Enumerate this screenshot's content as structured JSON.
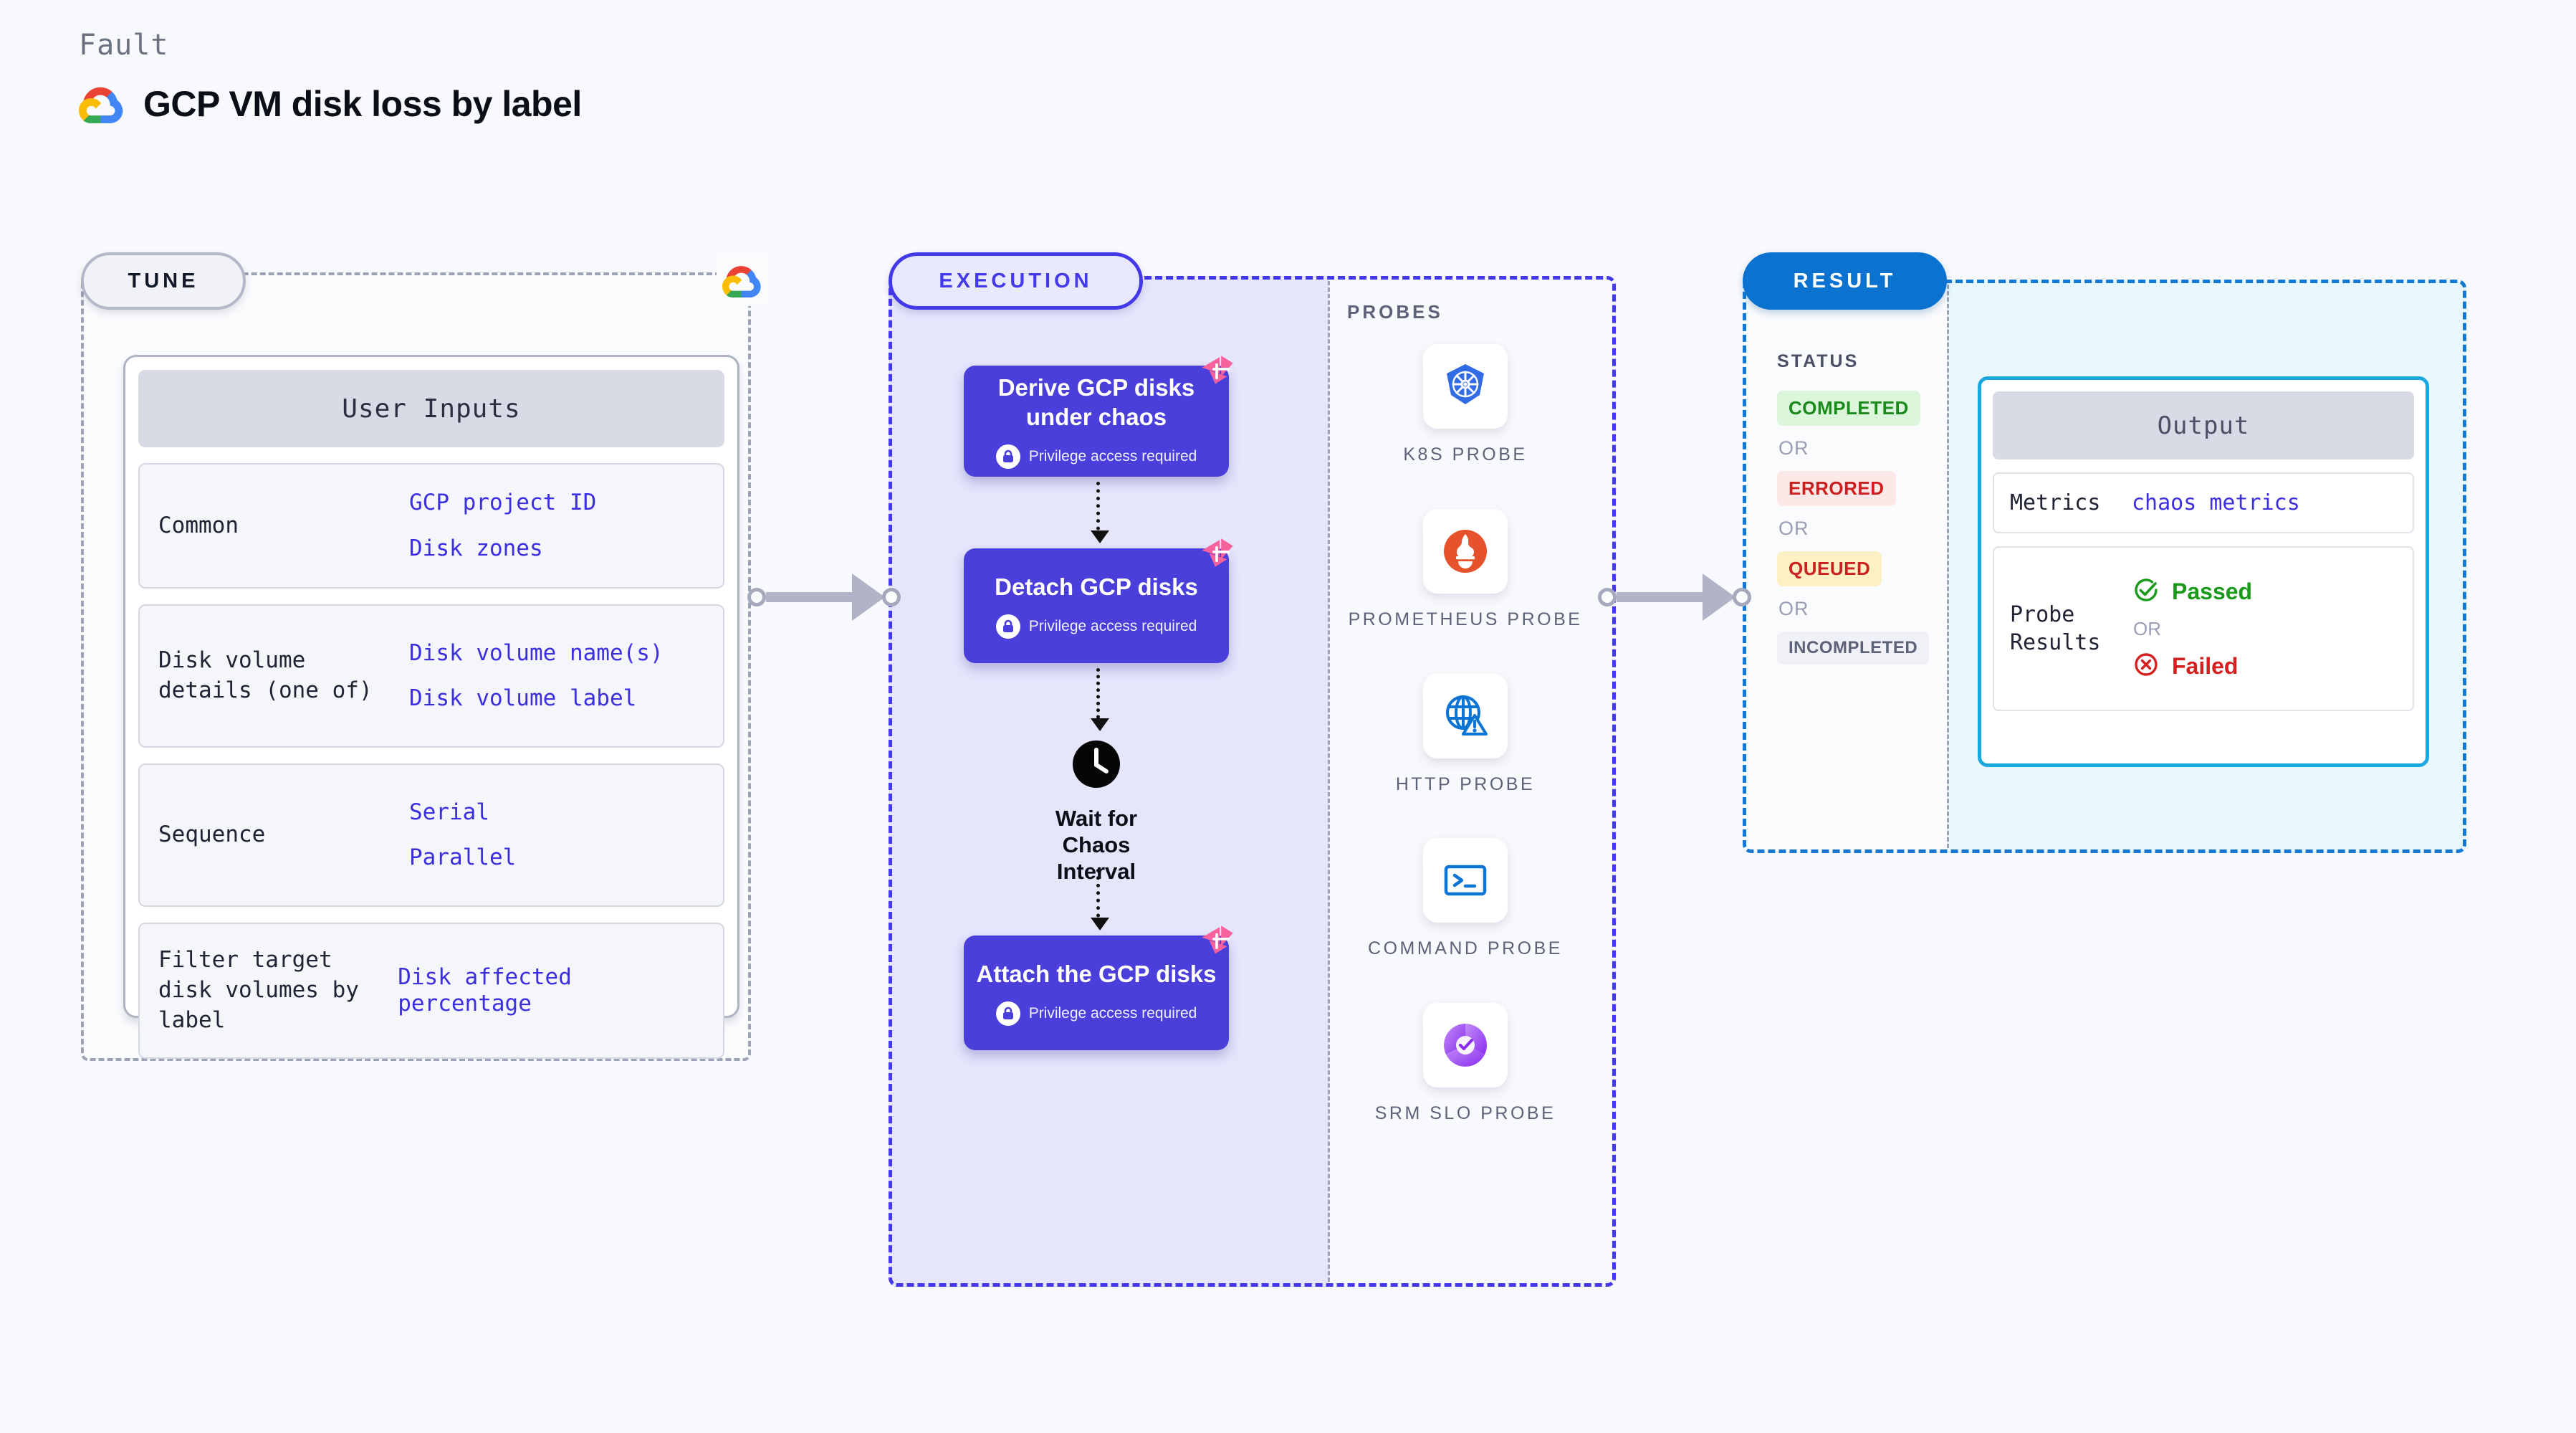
{
  "header": {
    "eyebrow": "Fault",
    "title": "GCP VM disk loss by label",
    "logo_icon": "gcp-cloud-icon"
  },
  "tune": {
    "pill_label": "TUNE",
    "badge_icon": "gcp-cloud-icon",
    "card_title": "User Inputs",
    "rows": [
      {
        "key": "Common",
        "values": [
          "GCP project ID",
          "Disk zones"
        ]
      },
      {
        "key": "Disk volume details (one of)",
        "values": [
          "Disk volume name(s)",
          "Disk volume label"
        ]
      },
      {
        "key": "Sequence",
        "values": [
          "Serial",
          "Parallel"
        ]
      },
      {
        "key": "Filter target disk volumes by label",
        "values": [
          "Disk affected percentage"
        ]
      }
    ]
  },
  "execution": {
    "pill_label": "EXECUTION",
    "privilege_note": "Privilege access required",
    "nodes": [
      {
        "title": "Derive GCP disks under chaos",
        "badge_icon": "litmus-chaos-icon",
        "lock_icon": "lock-icon"
      },
      {
        "title": "Detach GCP disks",
        "badge_icon": "litmus-chaos-icon",
        "lock_icon": "lock-icon"
      },
      {
        "title": "Attach the GCP disks",
        "badge_icon": "litmus-chaos-icon",
        "lock_icon": "lock-icon"
      }
    ],
    "wait": {
      "label": "Wait for Chaos Interval",
      "icon": "clock-icon"
    }
  },
  "probes": {
    "section_label": "PROBES",
    "items": [
      {
        "name": "K8S PROBE",
        "icon": "kubernetes-icon"
      },
      {
        "name": "PROMETHEUS PROBE",
        "icon": "prometheus-icon"
      },
      {
        "name": "HTTP PROBE",
        "icon": "globe-warning-icon"
      },
      {
        "name": "COMMAND PROBE",
        "icon": "terminal-icon"
      },
      {
        "name": "SRM SLO PROBE",
        "icon": "srm-slo-icon"
      }
    ]
  },
  "result": {
    "pill_label": "RESULT",
    "status_title": "STATUS",
    "or_label": "OR",
    "statuses": [
      {
        "label": "COMPLETED",
        "bg": "#dcf6dc",
        "fg": "#1a8a1a"
      },
      {
        "label": "ERRORED",
        "bg": "#fde8e8",
        "fg": "#cc1f1f"
      },
      {
        "label": "QUEUED",
        "bg": "#fdf0c4",
        "fg": "#cc1f1f"
      },
      {
        "label": "INCOMPLETED",
        "bg": "#f0f1f6",
        "fg": "#5c6378"
      }
    ],
    "output": {
      "title": "Output",
      "metrics_key": "Metrics",
      "metrics_value": "chaos metrics",
      "probe_results_key": "Probe Results",
      "passed_label": "Passed",
      "passed_icon": "check-circle-icon",
      "failed_label": "Failed",
      "failed_icon": "x-circle-icon",
      "or_label": "OR"
    }
  },
  "colors": {
    "background": "#f8f9fc",
    "tune_border": "#9ca3b5",
    "execution_accent": "#4338ea",
    "execution_node": "#4a3fdb",
    "result_accent": "#0b72d0",
    "output_border": "#1ba8e0",
    "value_link": "#3b2fe0",
    "passed": "#1a8a1a",
    "failed": "#d61f1f"
  }
}
